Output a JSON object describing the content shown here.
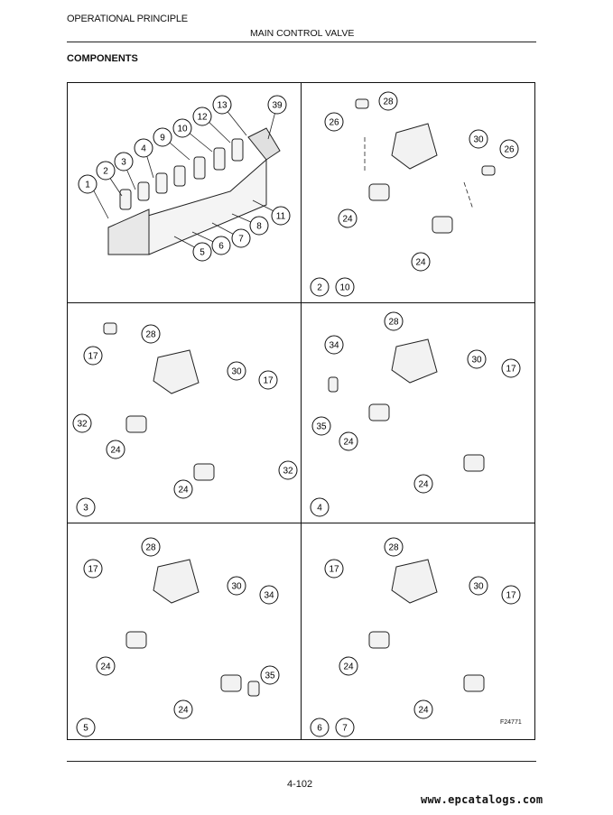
{
  "header": {
    "left_title": "OPERATIONAL PRINCIPLE",
    "right_title": "MAIN CONTROL VALVE"
  },
  "section_title": "COMPONENTS",
  "panels": [
    {
      "id": "p1",
      "callouts": [
        "1",
        "2",
        "3",
        "4",
        "5",
        "6",
        "7",
        "8",
        "9",
        "10",
        "11",
        "12",
        "13",
        "39"
      ],
      "section_markers": []
    },
    {
      "id": "p2",
      "callouts": [
        "28",
        "26",
        "30",
        "26",
        "24",
        "24"
      ],
      "section_markers": [
        "2",
        "10"
      ]
    },
    {
      "id": "p3",
      "callouts": [
        "28",
        "17",
        "30",
        "17",
        "32",
        "24",
        "32",
        "24"
      ],
      "section_markers": [
        "3"
      ]
    },
    {
      "id": "p4",
      "callouts": [
        "28",
        "34",
        "30",
        "17",
        "35",
        "24",
        "24"
      ],
      "section_markers": [
        "4"
      ]
    },
    {
      "id": "p5",
      "callouts": [
        "28",
        "17",
        "30",
        "34",
        "24",
        "35",
        "24"
      ],
      "section_markers": [
        "5"
      ]
    },
    {
      "id": "p6",
      "callouts": [
        "28",
        "17",
        "30",
        "17",
        "24",
        "24"
      ],
      "section_markers": [
        "6",
        "7"
      ]
    }
  ],
  "figure_id": "F24771",
  "footer": {
    "page_number": "4-102",
    "watermark": "www.epcatalogs.com"
  }
}
